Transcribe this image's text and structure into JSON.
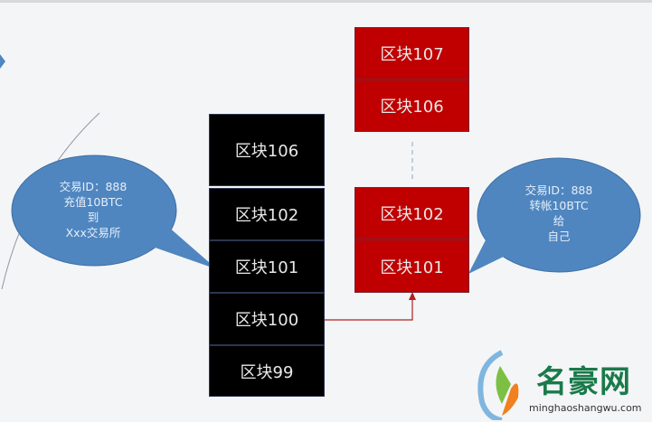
{
  "main_chain": {
    "top": "区块106",
    "blocks": [
      "区块102",
      "区块101",
      "区块100",
      "区块99"
    ]
  },
  "fork_chain": {
    "top": [
      "区块107",
      "区块106"
    ],
    "blocks": [
      "区块102",
      "区块101"
    ]
  },
  "left_bubble": {
    "lines": [
      "交易ID：888",
      "充值10BTC",
      "到",
      "Xxx交易所"
    ]
  },
  "right_bubble": {
    "lines": [
      "交易ID：888",
      "转帐10BTC",
      "给",
      "自己"
    ]
  },
  "watermark": {
    "name": "名豪网",
    "url": "minghaoshangwu.com"
  },
  "colors": {
    "main": "#000000",
    "fork": "#c00000",
    "bubble": "#4f86c0"
  }
}
